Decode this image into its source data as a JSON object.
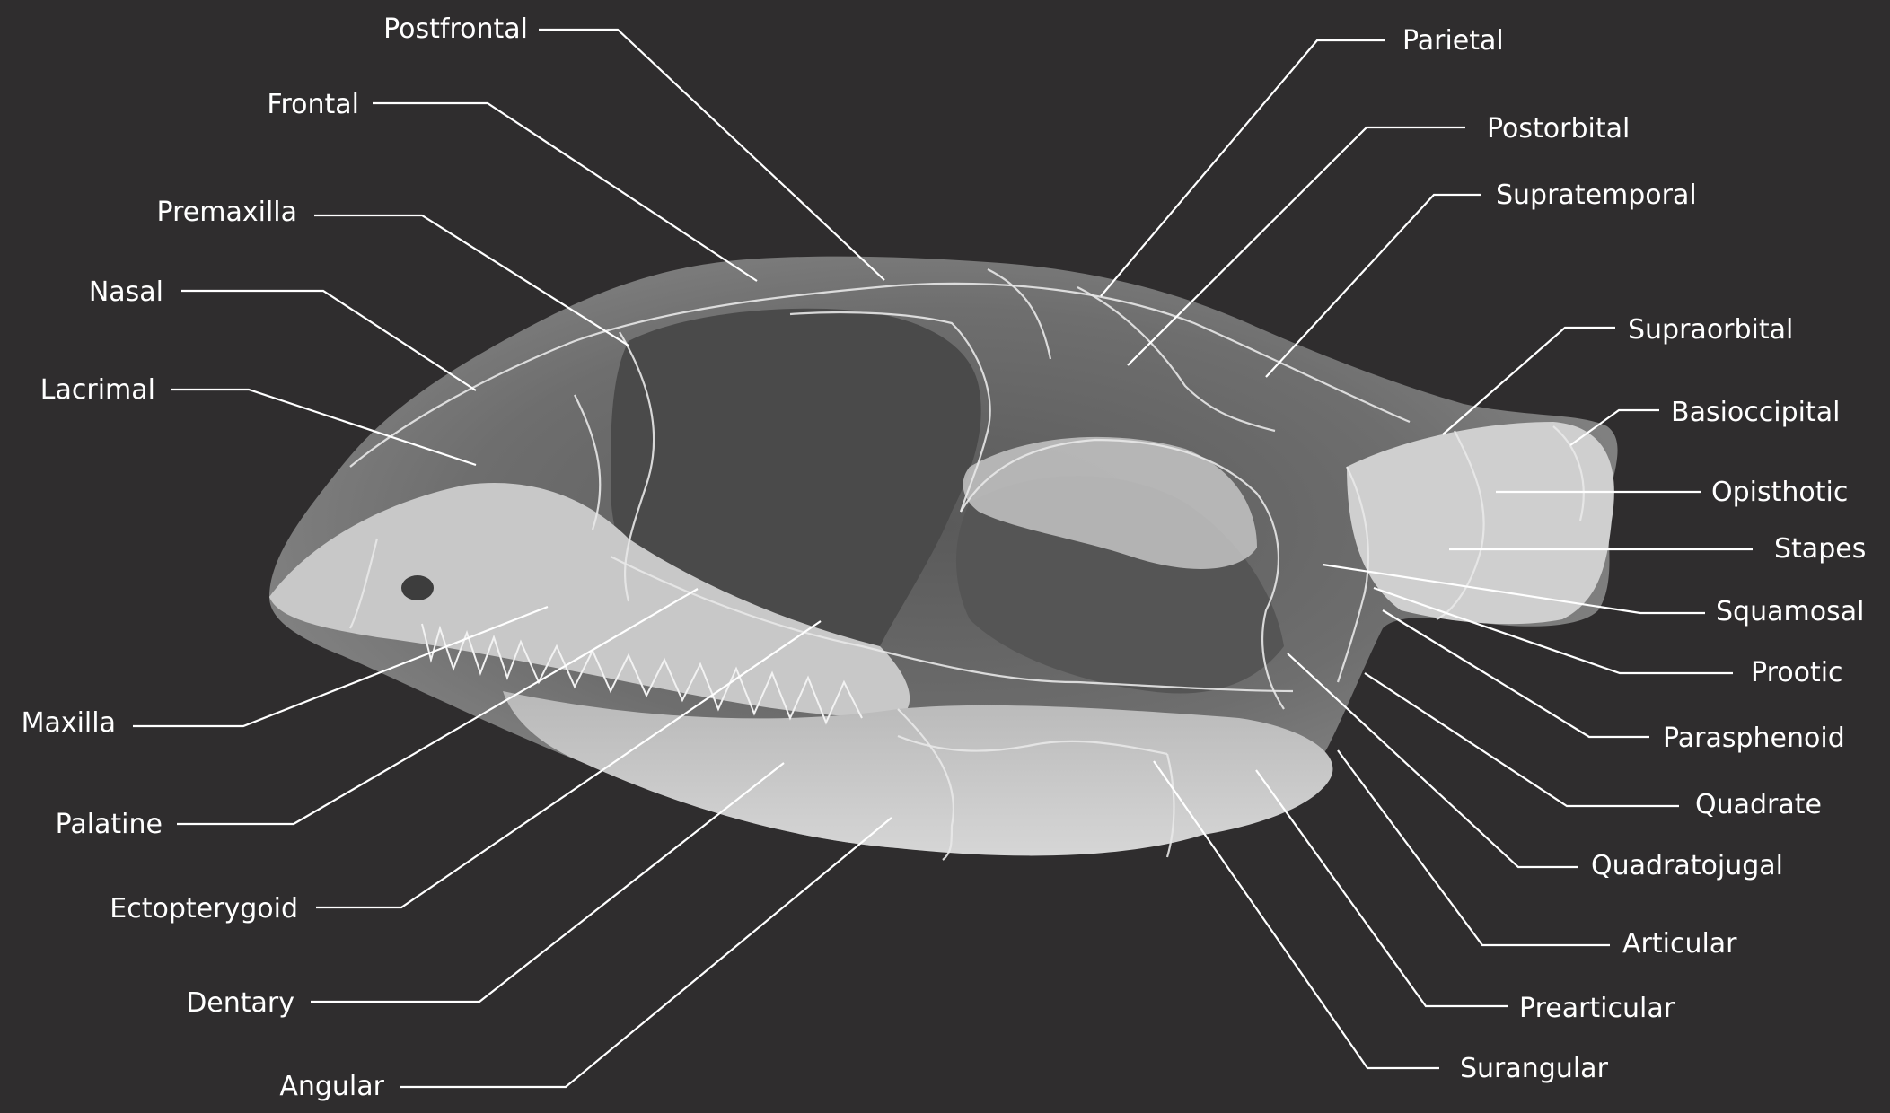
{
  "diagram": {
    "labels": {
      "postfrontal": "Postfrontal",
      "frontal": "Frontal",
      "premaxilla": "Premaxilla",
      "nasal": "Nasal",
      "lacrimal": "Lacrimal",
      "maxilla": "Maxilla",
      "palatine": "Palatine",
      "ectopterygoid": "Ectopterygoid",
      "dentary": "Dentary",
      "angular": "Angular",
      "parietal": "Parietal",
      "postorbital": "Postorbital",
      "supratemporal": "Supratemporal",
      "supraorbital": "Supraorbital",
      "basioccipital": "Basioccipital",
      "opisthotic": "Opisthotic",
      "stapes": "Stapes",
      "squamosal": "Squamosal",
      "prootic": "Prootic",
      "parasphenoid": "Parasphenoid",
      "quadrate": "Quadrate",
      "quadratojugal": "Quadratojugal",
      "articular": "Articular",
      "prearticular": "Prearticular",
      "surangular": "Surangular"
    }
  }
}
